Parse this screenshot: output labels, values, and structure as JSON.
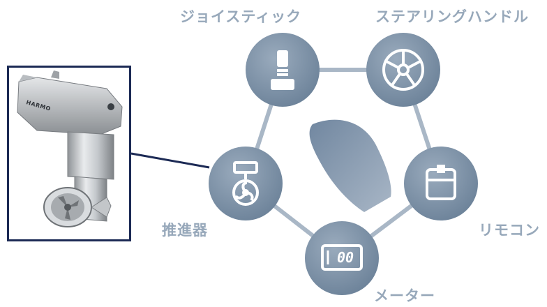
{
  "diagram": {
    "nodes": {
      "joystick": {
        "label": "ジョイスティック",
        "icon": "joystick-icon"
      },
      "steering": {
        "label": "ステアリングハンドル",
        "icon": "steering-wheel-icon"
      },
      "remote": {
        "label": "リモコン",
        "icon": "remote-control-lever-icon"
      },
      "meter": {
        "label": "メーター",
        "icon": "meter-display-icon",
        "display": "00"
      },
      "thruster": {
        "label": "推進器",
        "icon": "propeller-thruster-icon"
      }
    },
    "center_icon": "boat-hull-icon",
    "photo": {
      "icon": "thruster-unit-illustration",
      "brand": "HARMO"
    }
  },
  "colors": {
    "node_fill": "#7f95ab",
    "node_dark": "#71879f",
    "connector": "#a9b7c6",
    "label": "#97a8ba",
    "frame": "#1c2a55",
    "boat": "#8a9cb2"
  }
}
